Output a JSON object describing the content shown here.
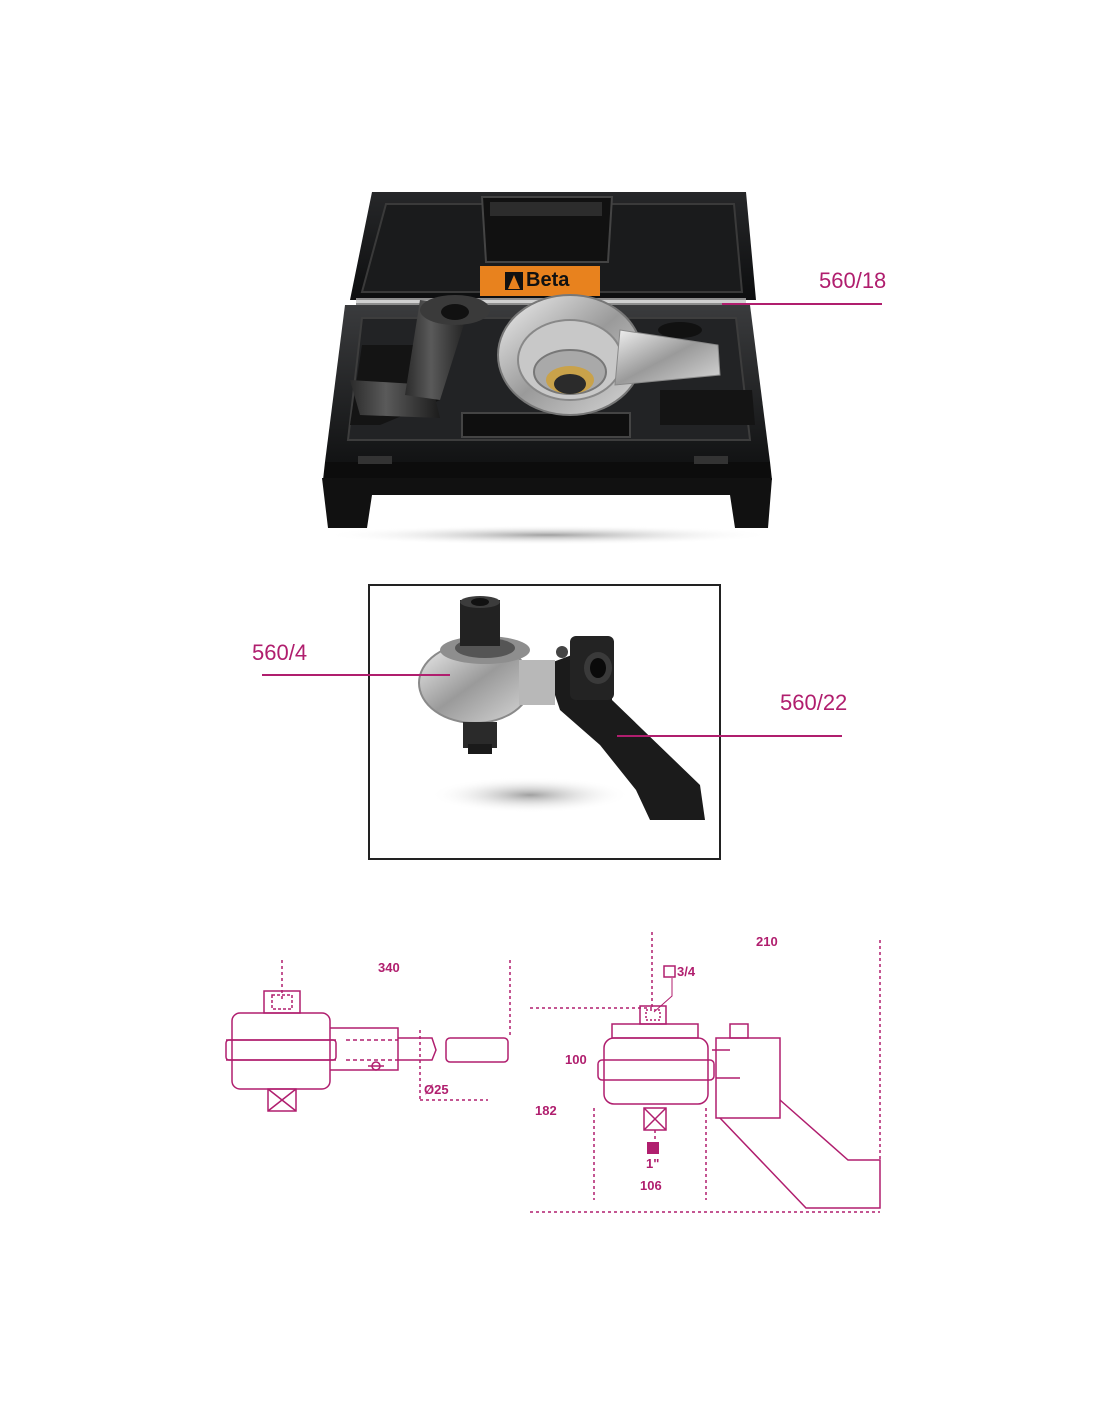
{
  "case_view": {
    "logo_text": "Beta",
    "callout": "560/18"
  },
  "detail_view": {
    "callout_left": "560/4",
    "callout_right": "560/22"
  },
  "drawing_left": {
    "dim_length": "340",
    "dim_diameter": "Ø25"
  },
  "drawing_right": {
    "dim_width": "210",
    "dim_drive_top": "3/4",
    "dim_height_upper": "100",
    "dim_height_total": "182",
    "dim_drive_bottom": "1\"",
    "dim_bottom": "106"
  },
  "colors": {
    "accent": "#b01e6e",
    "case": "#1e1f21",
    "logo_panel": "#e8821e"
  }
}
